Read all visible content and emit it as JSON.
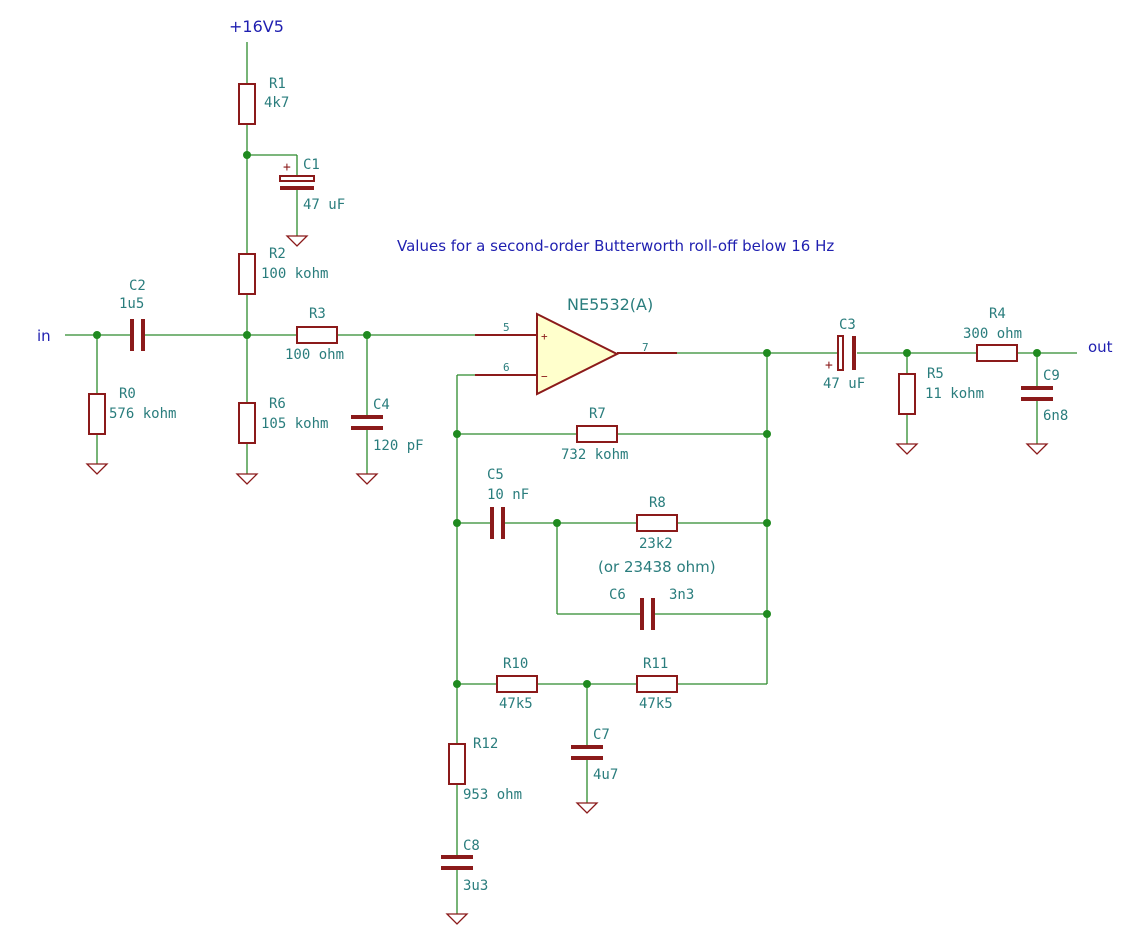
{
  "title_note": "Values for a second-order Butterworth roll-off below 16 Hz",
  "power": "+16V5",
  "net_in": "in",
  "net_out": "out",
  "opamp": {
    "ref": "NE5532(A)",
    "pin_plus": "5",
    "pin_minus": "6",
    "pin_out": "7",
    "plus_sign": "+",
    "minus_sign": "−"
  },
  "components": {
    "R0": {
      "ref": "R0",
      "value": "576 kohm"
    },
    "R1": {
      "ref": "R1",
      "value": "4k7"
    },
    "R2": {
      "ref": "R2",
      "value": "100 kohm"
    },
    "R3": {
      "ref": "R3",
      "value": "100 ohm"
    },
    "R4": {
      "ref": "R4",
      "value": "300 ohm"
    },
    "R5": {
      "ref": "R5",
      "value": "11 kohm"
    },
    "R6": {
      "ref": "R6",
      "value": "105 kohm"
    },
    "R7": {
      "ref": "R7",
      "value": "732 kohm"
    },
    "R8": {
      "ref": "R8",
      "value": "23k2",
      "note": "(or 23438 ohm)"
    },
    "R10": {
      "ref": "R10",
      "value": "47k5"
    },
    "R11": {
      "ref": "R11",
      "value": "47k5"
    },
    "R12": {
      "ref": "R12",
      "value": "953 ohm"
    },
    "C1": {
      "ref": "C1",
      "value": "47 uF",
      "polarity": "+"
    },
    "C2": {
      "ref": "C2",
      "value": "1u5"
    },
    "C3": {
      "ref": "C3",
      "value": "47 uF",
      "polarity": "+"
    },
    "C4": {
      "ref": "C4",
      "value": "120 pF"
    },
    "C5": {
      "ref": "C5",
      "value": "10 nF"
    },
    "C6": {
      "ref": "C6",
      "value": "3n3"
    },
    "C7": {
      "ref": "C7",
      "value": "4u7"
    },
    "C8": {
      "ref": "C8",
      "value": "3u3"
    },
    "C9": {
      "ref": "C9",
      "value": "6n8"
    }
  },
  "colors": {
    "wire": "#2e8b2e",
    "component": "#8b1a1a",
    "label": "#2a7d7d",
    "net_label": "#1f1fb0",
    "junction": "#1f8a1f"
  }
}
